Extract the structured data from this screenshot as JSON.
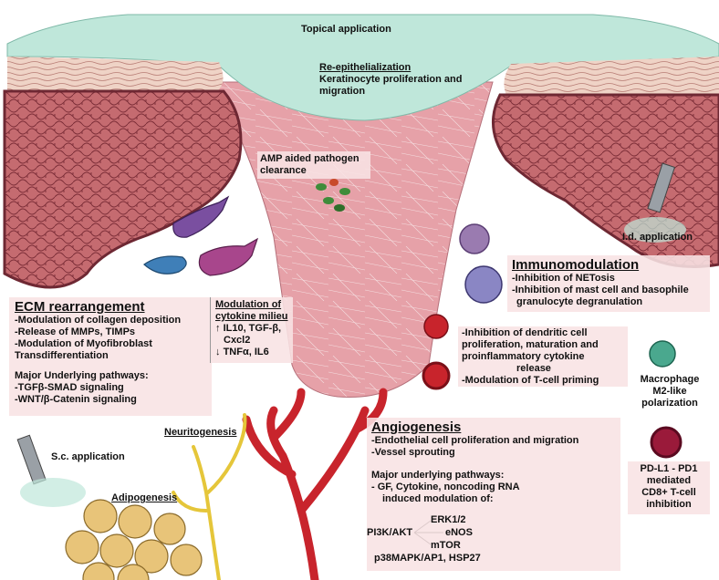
{
  "labels": {
    "topical": "Topical application",
    "reepi_title": "Re-epithelialization",
    "reepi_l1": "Keratinocyte proliferation and",
    "reepi_l2": "migration",
    "amp_l1": "AMP aided pathogen",
    "amp_l2": "clearance",
    "id_app": "I.d. application",
    "sc_app": "S.c. application",
    "neuritogenesis": "Neuritogenesis",
    "adipogenesis": "Adipogenesis"
  },
  "ecm": {
    "title": "ECM rearrangement",
    "items": [
      "-Modulation of collagen deposition",
      "-Release of MMPs, TIMPs",
      "-Modulation of Myofibroblast",
      "Transdifferentiation"
    ],
    "pathways_title": "Major Underlying pathways:",
    "pathways": [
      "-TGFβ-SMAD signaling",
      "-WNT/β-Catenin signaling"
    ]
  },
  "cytokine": {
    "title_l1": "Modulation of",
    "title_l2": "cytokine milieu",
    "up": "IL10, TGF-β,",
    "up2": "Cxcl2",
    "down": "TNFα, IL6",
    "up_arrow": "↑",
    "down_arrow": "↓"
  },
  "immuno": {
    "title": "Immunomodulation",
    "items": [
      "-Inhibition of NETosis",
      "-Inhibition of mast cell and basophile",
      "granulocyte degranulation"
    ],
    "dc_items": [
      "-Inhibition of dendritic cell",
      "proliferation, maturation and",
      "proinflammatory cytokine",
      "release",
      "-Modulation of T-cell priming"
    ],
    "macrophage": [
      "Macrophage",
      "M2-like",
      "polarization"
    ],
    "pdl1": [
      "PD-L1 - PD1",
      "mediated",
      "CD8+ T-cell",
      "inhibition"
    ]
  },
  "angio": {
    "title": "Angiogenesis",
    "items": [
      "-Endothelial cell proliferation and migration",
      "-Vessel sprouting"
    ],
    "pathways_title": "Major underlying pathways:",
    "pathways": [
      "- GF, Cytokine, noncoding RNA",
      "induced modulation of:"
    ],
    "erk": "ERK1/2",
    "pi3k": "PI3K/AKT",
    "enos": "eNOS",
    "mtor": "mTOR",
    "p38": "p38MAPK/AP1, HSP27"
  },
  "colors": {
    "skin_fill": "#c46a6e",
    "skin_dark": "#6e2833",
    "wound": "#e9a7ad",
    "gel": "#bfe7da",
    "vessel": "#c8242c",
    "nerve": "#e5c63a",
    "fat": "#e8c479",
    "box": "#f8e2e4"
  }
}
